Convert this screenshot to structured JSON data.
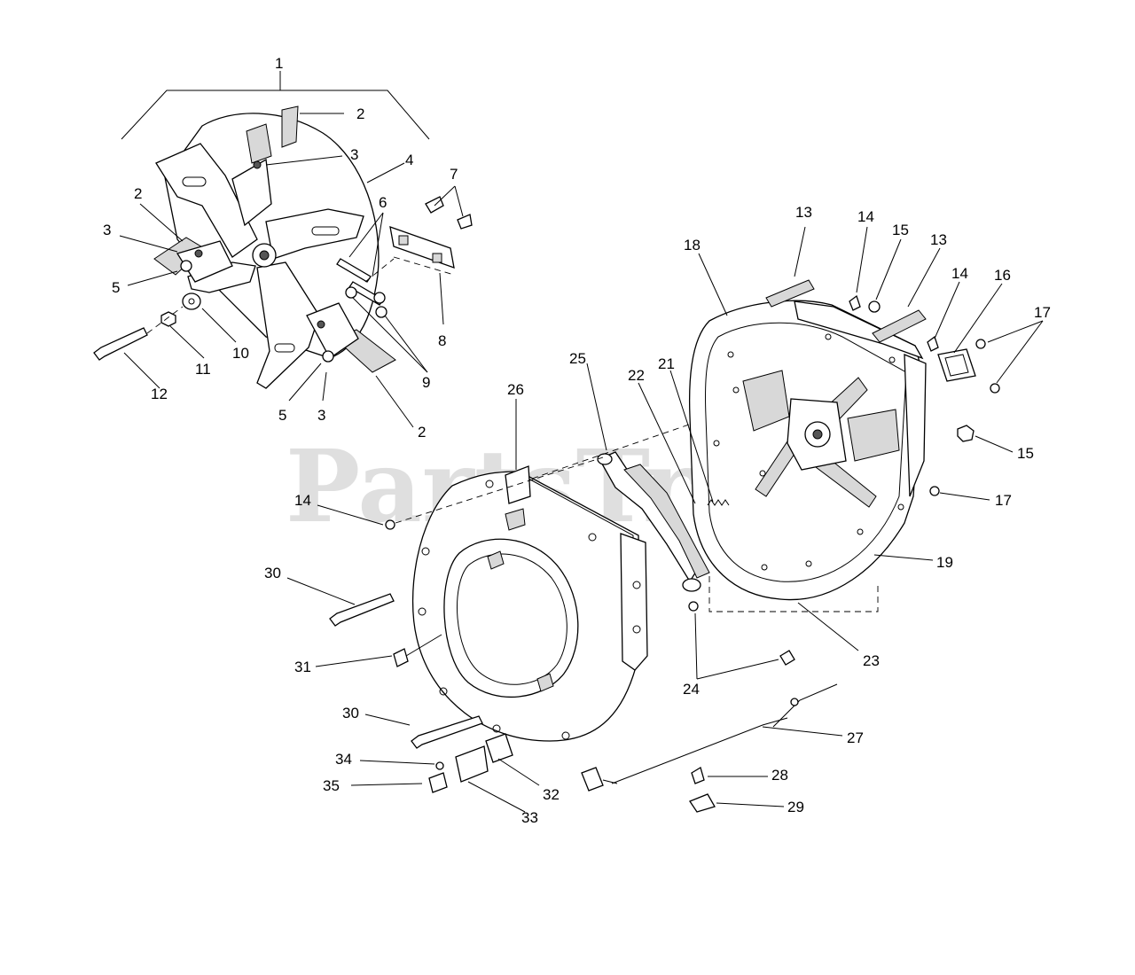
{
  "watermark": "PartsTree",
  "callouts": [
    "1",
    "2",
    "3",
    "4",
    "2",
    "3",
    "5",
    "7",
    "6",
    "10",
    "11",
    "12",
    "8",
    "9",
    "5",
    "3",
    "2",
    "13",
    "14",
    "15",
    "13",
    "14",
    "16",
    "17",
    "18",
    "26",
    "25",
    "22",
    "21",
    "15",
    "14",
    "17",
    "30",
    "19",
    "31",
    "23",
    "24",
    "30",
    "27",
    "34",
    "32",
    "28",
    "35",
    "33",
    "29"
  ]
}
